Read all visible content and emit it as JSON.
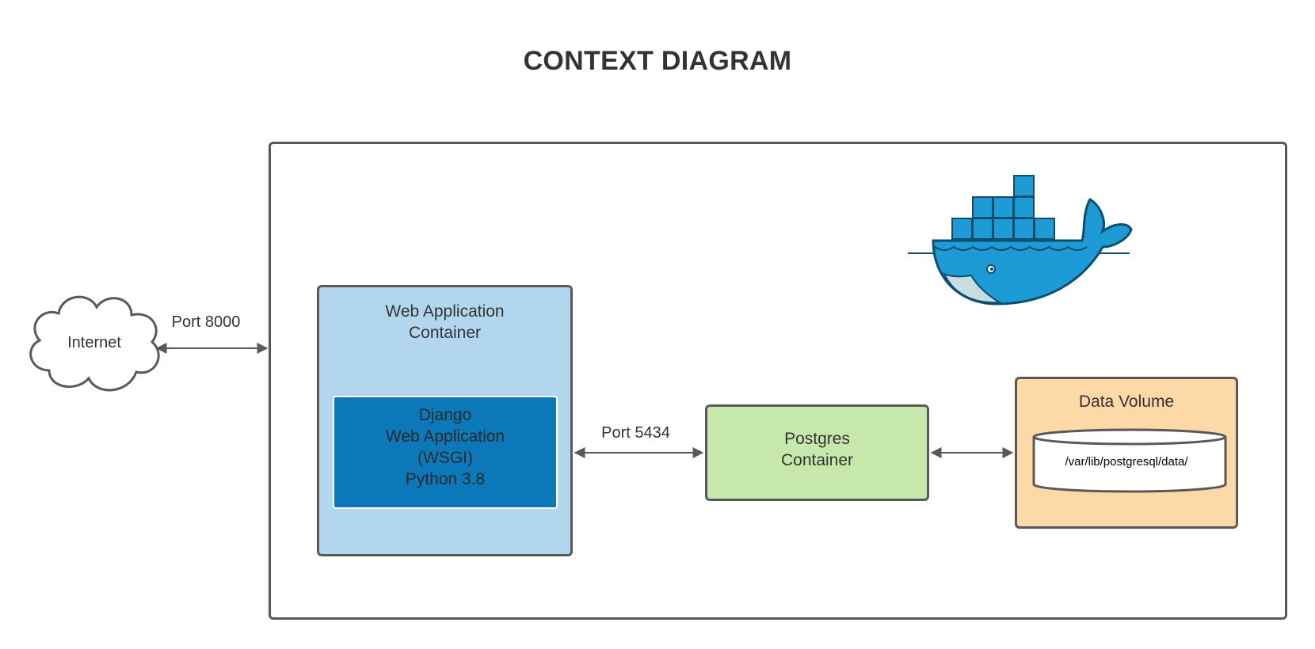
{
  "title": "CONTEXT DIAGRAM",
  "nodes": {
    "internet": "Internet",
    "web_container": "Web Application\nContainer",
    "django_app": "Django\nWeb Application\n(WSGI)\nPython 3.8",
    "postgres_container": "Postgres\nContainer",
    "data_volume": "Data Volume",
    "data_path": "/var/lib/postgresql/data/"
  },
  "edges": {
    "internet_to_web": "Port 8000",
    "web_to_postgres": "Port 5434"
  },
  "logo": "docker-whale-logo",
  "colors": {
    "web_container": "#b3d6ef",
    "django_app": "#0b78b9",
    "postgres_container": "#c7e8ac",
    "data_volume": "#fdd9a7",
    "docker_blue": "#1d9bd7",
    "docker_dark": "#0a4f6e"
  }
}
